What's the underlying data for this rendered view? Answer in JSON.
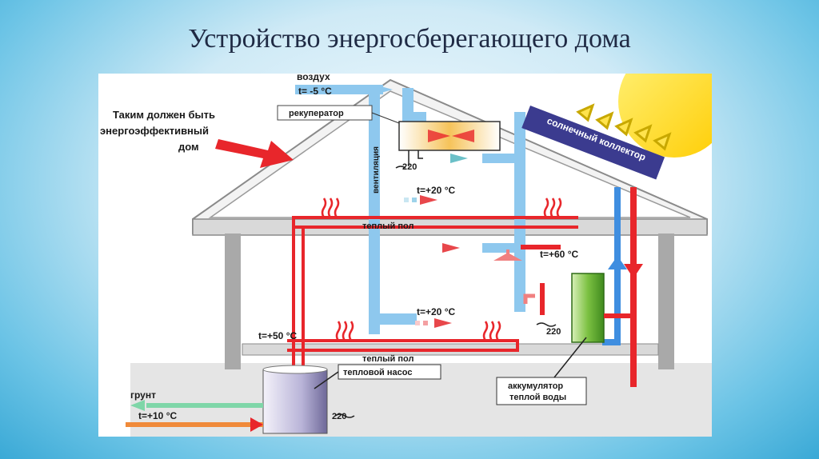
{
  "slide": {
    "title": "Устройство энергосберегающего дома"
  },
  "labels": {
    "air": "воздух",
    "air_temp": "t= -5 °C",
    "recuperator": "рекуператор",
    "callout_1": "Таким должен быть",
    "callout_2": "энергоэффективный",
    "callout_3": "дом",
    "solar_collector": "солнечный коллектор",
    "ventilation": "вентиляция",
    "v220_top": "220",
    "temp_upper": "t=+20 °C",
    "warm_floor_upper": "теплый пол",
    "temp_shower": "t=+60 °C",
    "temp_lower": "t=+20 °C",
    "temp_pump": "t=+50 °C",
    "v220_tank": "220",
    "warm_floor_lower": "теплый пол",
    "heat_pump": "тепловой насос",
    "ground": "грунт",
    "ground_temp": "t=+10 °C",
    "v220_pump": "220",
    "accumulator_1": "аккумулятор",
    "accumulator_2": "теплой воды"
  },
  "colors": {
    "hot": "#e8262b",
    "cold": "#8ec8ee",
    "structure": "#a9a9a9",
    "sun": "#ffd400",
    "collector": "#3b3b8f",
    "tank": "#7cc142"
  }
}
